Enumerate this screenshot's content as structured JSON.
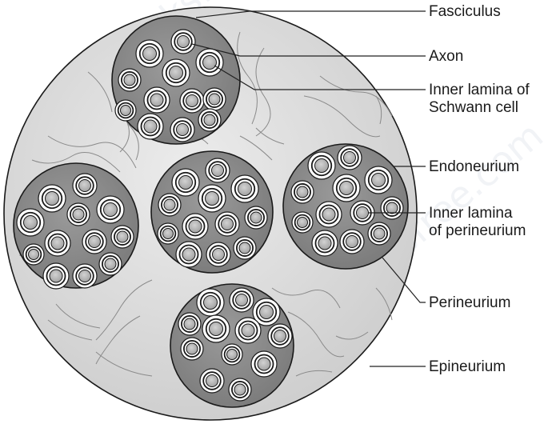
{
  "diagram": {
    "labels": {
      "fasciculus": "Fasciculus",
      "axon": "Axon",
      "inner_lamina_schwann_line1": "Inner lamina of",
      "inner_lamina_schwann_line2": "Schwann cell",
      "endoneurium": "Endoneurium",
      "inner_lamina_perineurium_line1": "Inner lamina",
      "inner_lamina_perineurium_line2": "of perineurium",
      "perineurium": "Perineurium",
      "epineurium": "Epineurium"
    },
    "watermark": "ncertbooksfree.com",
    "colors": {
      "epineurium_fill": "#d9d9d9",
      "fasciculus_fill": "#8f8f8f",
      "axon_fill": "#b0b0b0",
      "outline": "#1a1a1a"
    }
  }
}
